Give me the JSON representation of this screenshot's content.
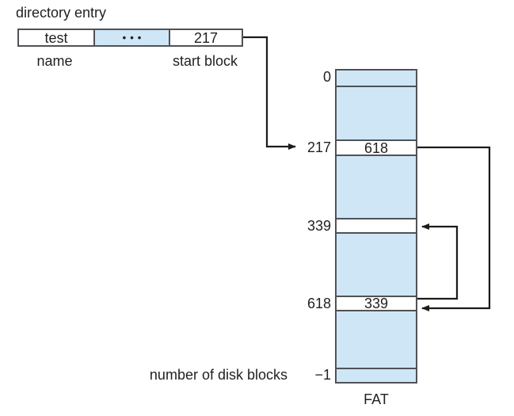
{
  "directory_entry": {
    "title": "directory entry",
    "name_value": "test",
    "ellipsis": "•••",
    "start_block_value": "217",
    "name_label": "name",
    "start_block_label": "start block"
  },
  "fat_table": {
    "caption": "FAT",
    "size_label": "number of disk blocks",
    "rows": [
      {
        "index": "0",
        "value": ""
      },
      {
        "index": "217",
        "value": "618"
      },
      {
        "index": "339",
        "value": ""
      },
      {
        "index": "618",
        "value": "339"
      },
      {
        "index": "−1",
        "value": ""
      }
    ]
  },
  "links": [
    {
      "from": "directory entry start block",
      "to": "FAT index 217"
    },
    {
      "from": "FAT entry 217 (value 618)",
      "to": "FAT index 618"
    },
    {
      "from": "FAT entry 618 (value 339)",
      "to": "FAT index 339"
    }
  ],
  "colors": {
    "block_fill": "#cfe6f6",
    "border": "#4f5257",
    "line": "#1c1c1c",
    "text": "#231f20"
  }
}
